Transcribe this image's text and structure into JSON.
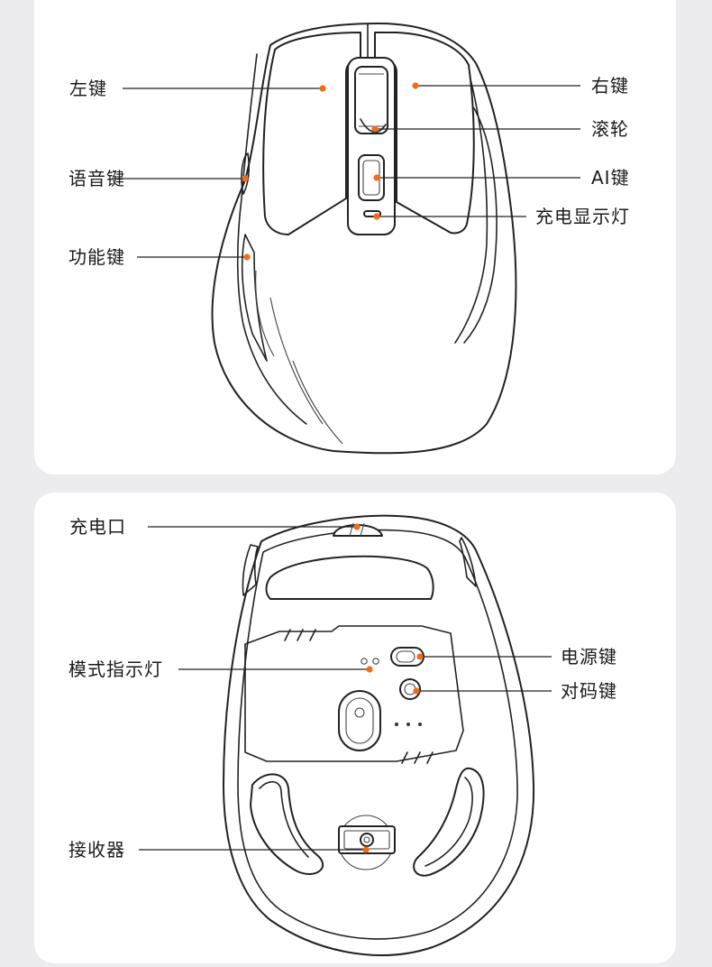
{
  "top_view": {
    "labels": {
      "left_button": "左键",
      "right_button": "右键",
      "scroll_wheel": "滚轮",
      "voice_button": "语音键",
      "ai_button": "AI键",
      "charge_indicator": "充电显示灯",
      "function_button": "功能键"
    }
  },
  "bottom_view": {
    "labels": {
      "charging_port": "充电口",
      "mode_indicator": "模式指示灯",
      "power_button": "电源键",
      "pairing_button": "对码键",
      "receiver": "接收器"
    }
  },
  "colors": {
    "accent_dot": "#f26b1d",
    "background": "#ececee",
    "panel": "#ffffff",
    "line": "#222222"
  }
}
